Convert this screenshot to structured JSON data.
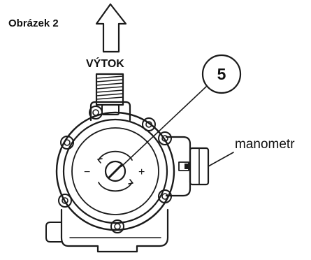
{
  "figure": {
    "title": "Obrázek 2",
    "outlet_label": "VÝTOK",
    "callout_number": "5",
    "gauge_label": "manometr",
    "minus_sign": "−",
    "plus_sign": "+"
  },
  "icons": {
    "outlet_arrow": "arrow-up-outline-icon",
    "adjust_screw": "slotted-screw-icon"
  },
  "colors": {
    "ink": "#1a1a1a",
    "paper": "#ffffff"
  }
}
